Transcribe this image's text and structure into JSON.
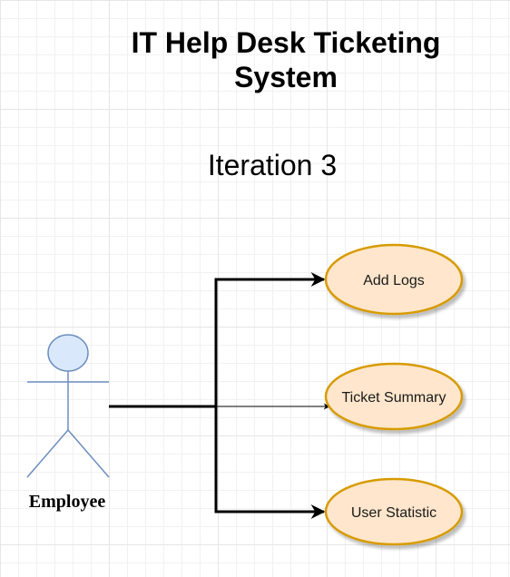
{
  "diagram": {
    "title": "IT Help Desk Ticketing System",
    "subtitle": "Iteration 3",
    "actor": {
      "label": "Employee",
      "icon": "stick-figure-actor-icon"
    },
    "use_cases": [
      {
        "label": "Add Logs"
      },
      {
        "label": "Ticket Summary"
      },
      {
        "label": "User Statistic"
      }
    ],
    "colors": {
      "use_case_fill": "#ffe6cc",
      "use_case_stroke": "#d79b00",
      "actor_fill": "#dae8fc",
      "actor_stroke": "#6c8ebf",
      "connector": "#000000"
    }
  }
}
